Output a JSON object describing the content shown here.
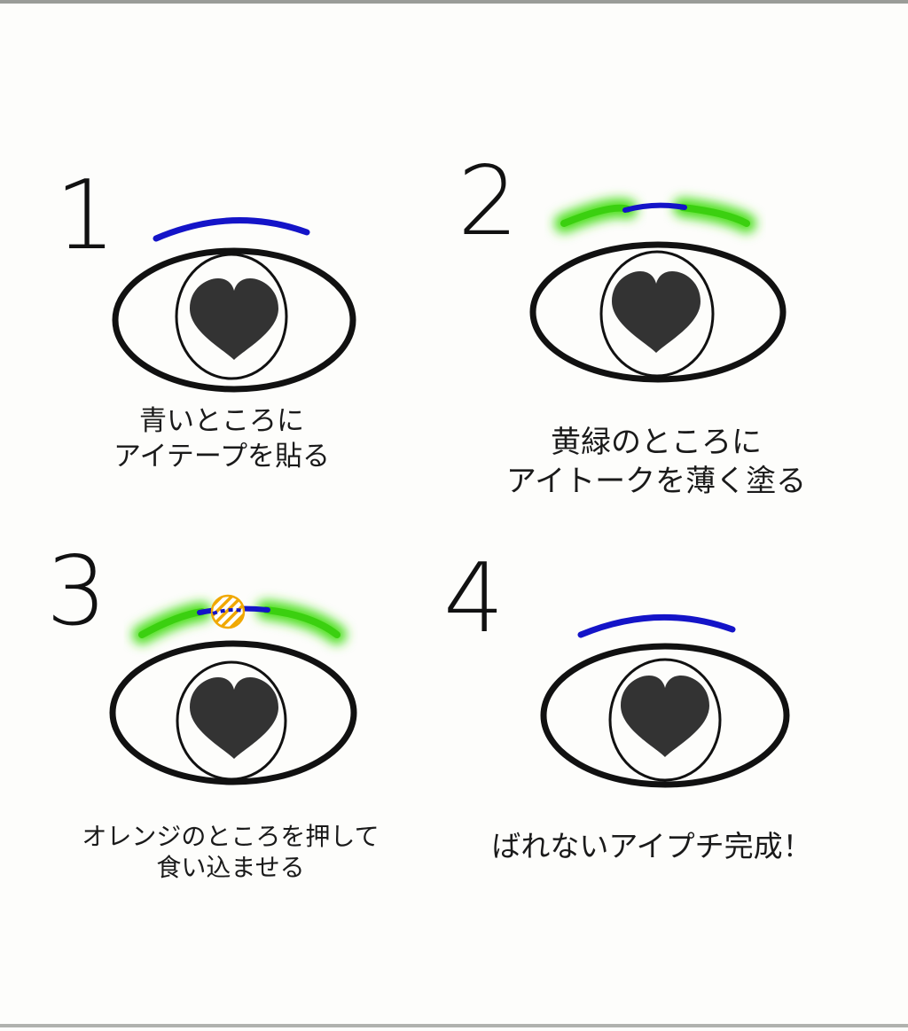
{
  "steps": [
    {
      "number": "1",
      "caption": [
        "青いところに",
        "アイテープを貼る"
      ]
    },
    {
      "number": "2",
      "caption": [
        "黄緑のところに",
        "アイトークを薄く塗る"
      ]
    },
    {
      "number": "3",
      "caption": [
        "オレンジのところを押して",
        "食い込ませる"
      ]
    },
    {
      "number": "4",
      "caption": [
        "ばれないアイプチ完成！"
      ]
    }
  ],
  "colors": {
    "tape": "#1414c8",
    "glue": "#50e020",
    "press": "#f0a800",
    "outline": "#111111",
    "heart": "#333333"
  },
  "icons": [
    "eye-icon",
    "heart-icon",
    "eye-tape-line",
    "eye-glue-highlight",
    "press-point-marker"
  ]
}
